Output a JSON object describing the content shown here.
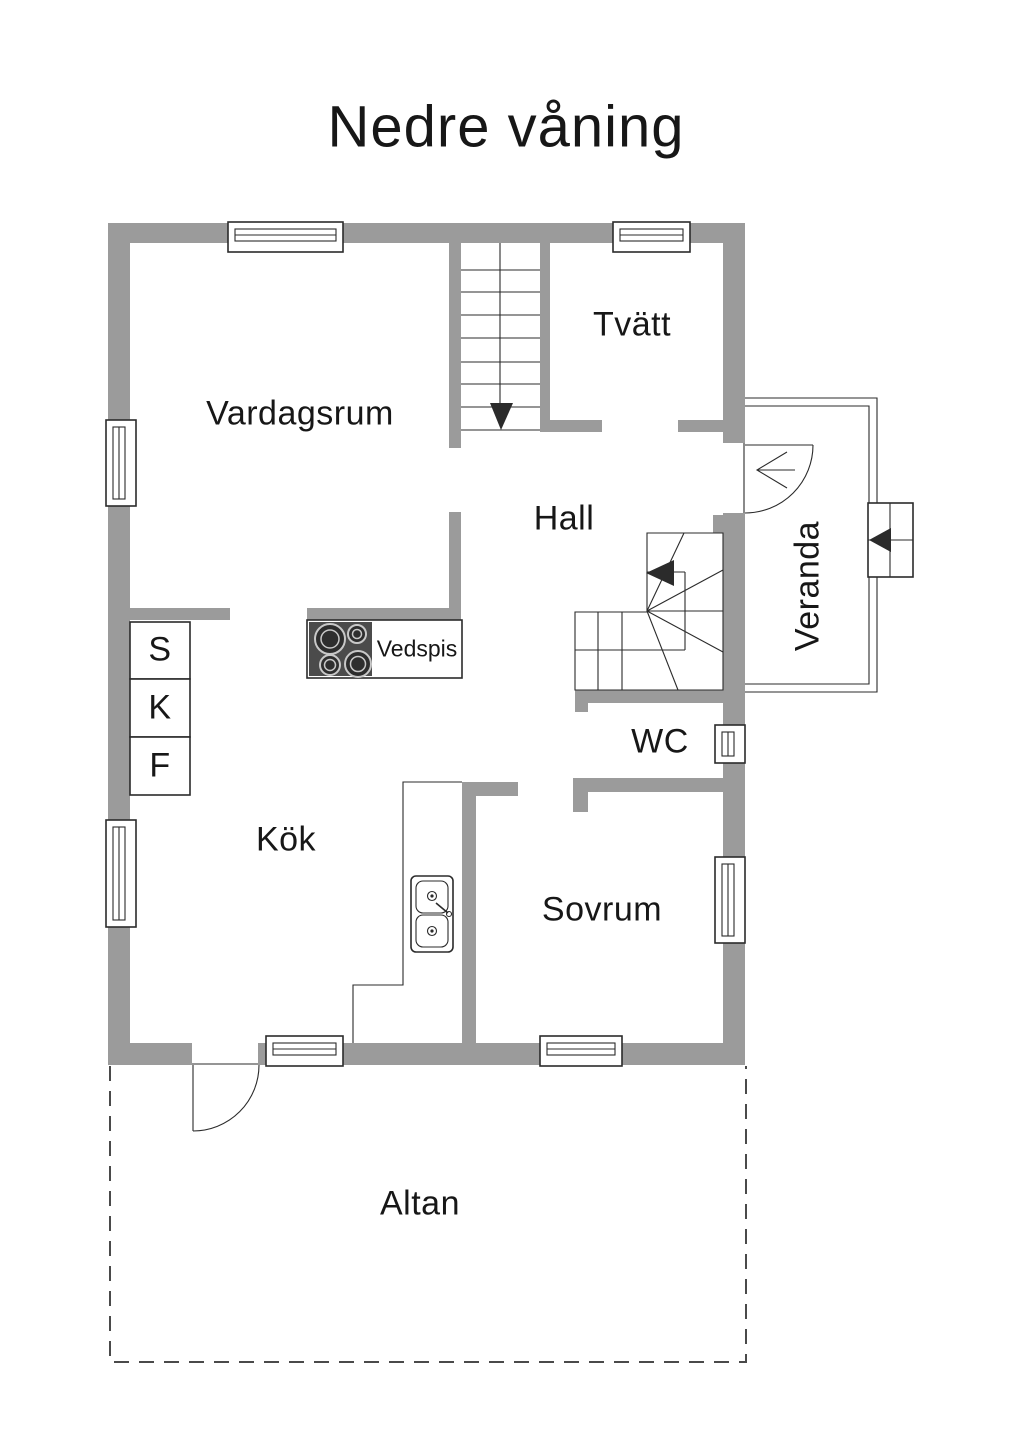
{
  "title": "Nedre våning",
  "rooms": {
    "vardagsrum": "Vardagsrum",
    "tvatt": "Tvätt",
    "hall": "Hall",
    "veranda": "Veranda",
    "wc": "WC",
    "kok": "Kök",
    "sovrum": "Sovrum",
    "altan": "Altan"
  },
  "fixtures": {
    "stove_label": "Vedspis",
    "appliance_s": "S",
    "appliance_k": "K",
    "appliance_f": "F"
  },
  "colors": {
    "wall": "#9b9b9b",
    "line": "#2b2b2b",
    "text": "#171717",
    "background": "#ffffff",
    "stove_dark": "#4b4b4b",
    "burner": "#2e2e2e",
    "burner_ring": "#c8c8c8"
  }
}
